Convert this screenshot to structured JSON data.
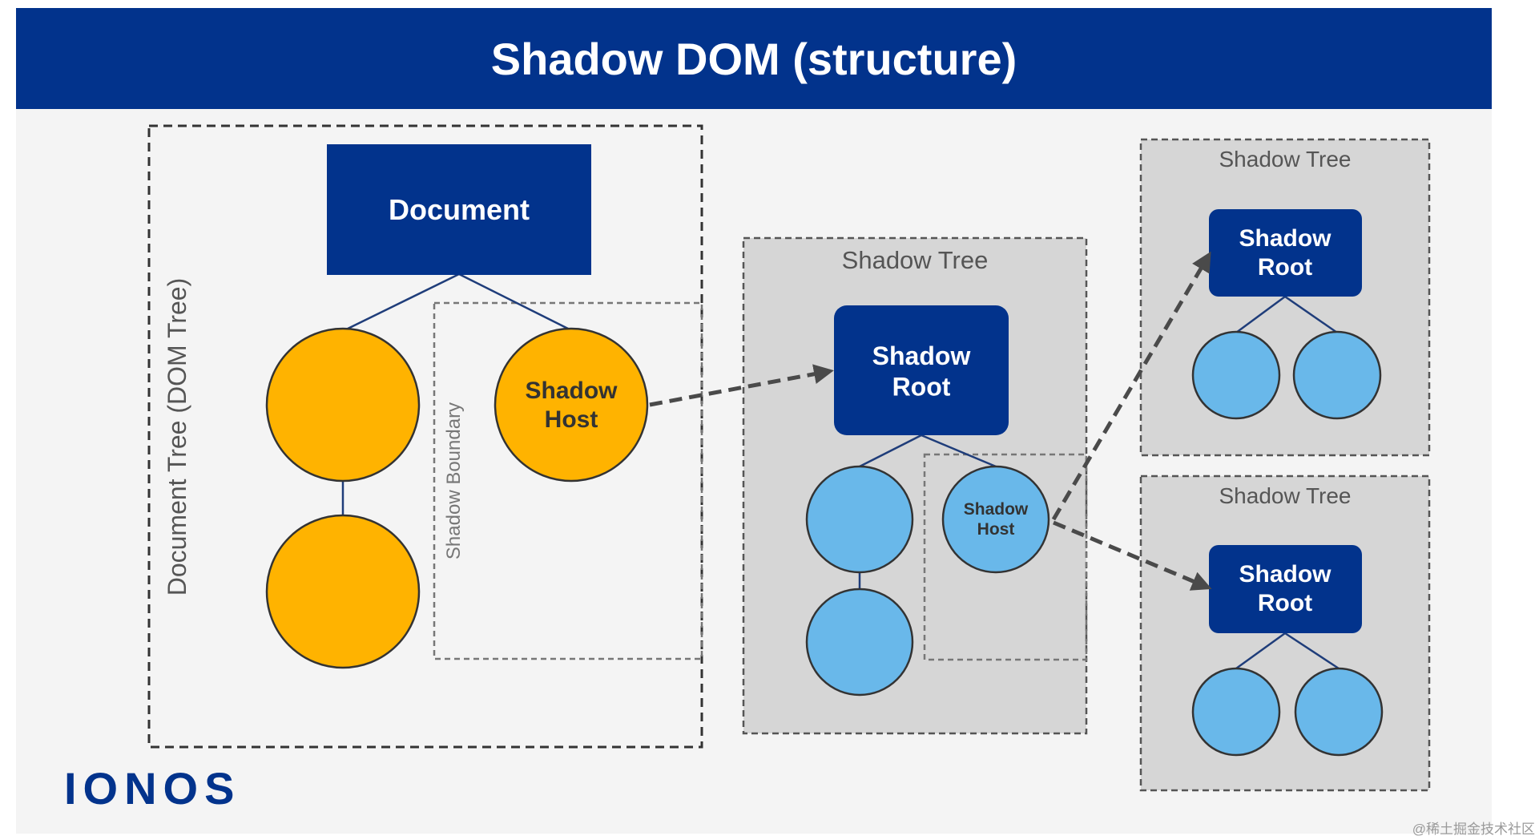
{
  "header": {
    "title": "Shadow DOM (structure)"
  },
  "document_tree": {
    "label": "Document Tree (DOM Tree)",
    "root_label": "Document",
    "host_label": "Shadow Host"
  },
  "shadow_boundary": {
    "label": "Shadow Boundary"
  },
  "shadow_trees": [
    {
      "title": "Shadow Tree",
      "root_label": "Shadow Root",
      "host_label": "Shadow Host"
    },
    {
      "title": "Shadow Tree",
      "root_label": "Shadow Root"
    },
    {
      "title": "Shadow Tree",
      "root_label": "Shadow Root"
    }
  ],
  "brand": {
    "logo_text": "IONOS"
  },
  "watermark": {
    "text": "@稀土掘金技术社区"
  },
  "colors": {
    "header_bg": "#02338c",
    "node_dark": "#02338c",
    "document_node": "#ffb300",
    "shadow_node": "#69b8ea",
    "shadow_tree_bg": "#d6d6d6",
    "canvas_bg": "#f4f4f4",
    "arrow": "#4a4a4a"
  }
}
